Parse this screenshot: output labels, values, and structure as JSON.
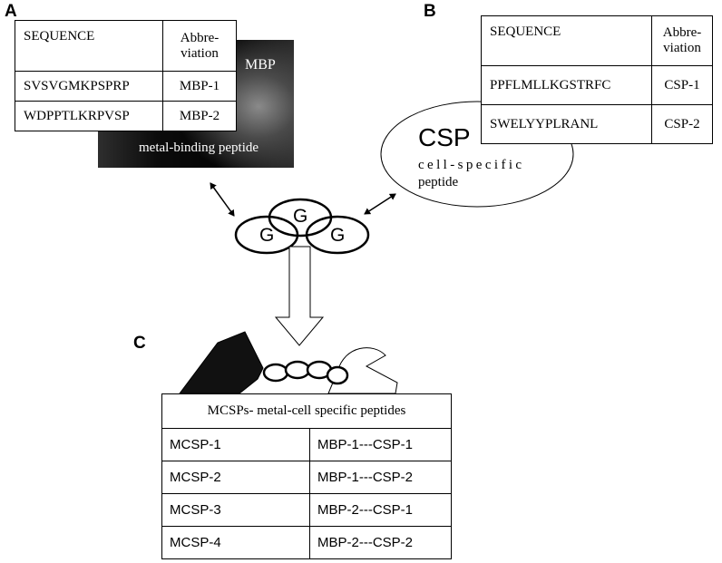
{
  "panels": {
    "a": "A",
    "b": "B",
    "c": "C"
  },
  "table_a": {
    "header": {
      "sequence": "SEQUENCE",
      "abbr_line1": "Abbre-",
      "abbr_line2": "viation"
    },
    "rows": [
      {
        "sequence": "SVSVGMKPSPRP",
        "abbr": "MBP-1"
      },
      {
        "sequence": "WDPPTLKRPVSP",
        "abbr": "MBP-2"
      }
    ]
  },
  "mbp": {
    "label": "MBP",
    "caption": "metal-binding peptide"
  },
  "table_b": {
    "header": {
      "sequence": "SEQUENCE",
      "abbr_line1": "Abbre-",
      "abbr_line2": "viation"
    },
    "rows": [
      {
        "sequence": "PPFLMLLKGSTRFC",
        "abbr": "CSP-1"
      },
      {
        "sequence": "SWELYYPLRANL",
        "abbr": "CSP-2"
      }
    ]
  },
  "csp": {
    "title": "CSP",
    "subtitle_line1": "cell-specific",
    "subtitle_line2": "peptide"
  },
  "linker": {
    "letters": [
      "G",
      "G",
      "G"
    ]
  },
  "table_c": {
    "title": "MCSPs- metal-cell specific peptides",
    "rows": [
      {
        "name": "MCSP-1",
        "combo": "MBP-1---CSP-1"
      },
      {
        "name": "MCSP-2",
        "combo": "MBP-1---CSP-2"
      },
      {
        "name": "MCSP-3",
        "combo": "MBP-2---CSP-1"
      },
      {
        "name": "MCSP-4",
        "combo": "MBP-2---CSP-2"
      }
    ]
  }
}
